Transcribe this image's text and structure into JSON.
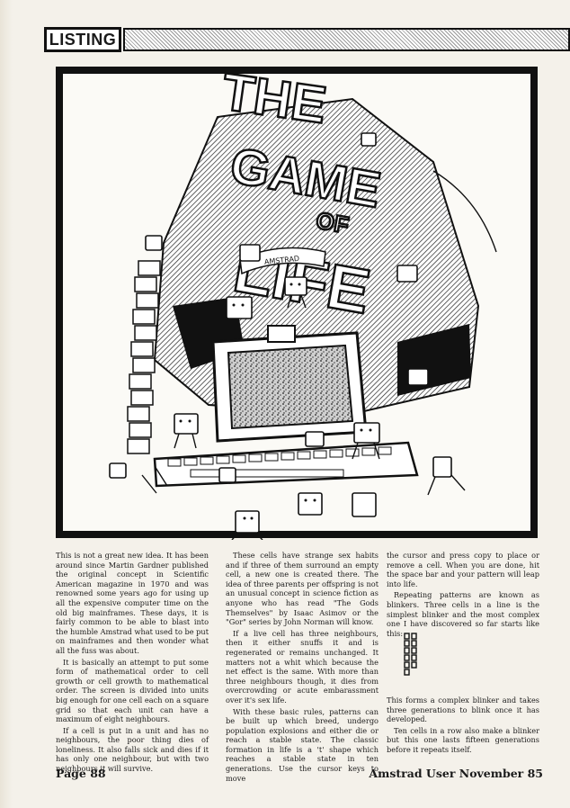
{
  "header": {
    "section_label": "LISTING"
  },
  "illustration": {
    "title_lines": [
      "THE",
      "GAME",
      "OF",
      "LIFE"
    ],
    "computer_label": "AMSTRAD"
  },
  "article": {
    "col1": [
      "This is not a great new idea. It has been around since Martin Gardner published the original concept in Scientific American magazine in 1970 and was renowned some years ago for using up all the expensive computer time on the old big mainframes. These days, it is fairly common to be able to blast into the humble Amstrad what used to be put on mainframes and then wonder what all the fuss was about.",
      "It is basically an attempt to put some form of mathematical order to cell growth or cell growth to mathematical order. The screen is divided into units big enough for one cell each on a square grid so that each unit can have a maximum of eight neighbours.",
      "If a cell is put in a unit and has no neighbours, the poor thing dies of loneliness. It also falls sick and dies if it has only one neighbour, but with two neighbours it will survive."
    ],
    "col2": [
      "These cells have strange sex habits and if three of them surround an empty cell, a new one is created there. The idea of three parents per offspring is not an unusual concept in science fiction as anyone who has read \"The Gods Themselves\" by Isaac Asimov or the \"Gor\" series by John Norman will know.",
      "If a live cell has three neighbours, then it either snuffs it and is regenerated or remains unchanged. It matters not a whit which because the net effect is the same. With more than three neighbours though, it dies from overcrowding or acute embarassment over it's sex life.",
      "With these basic rules, patterns can be built up which breed, undergo population explosions and either die or reach a stable state. The classic formation in life is a 't' shape which reaches a stable state in ten generations. Use the cursor keys to move"
    ],
    "col3": [
      "the cursor and press copy to place or remove a cell. When you are done, hit the space bar and your pattern will leap into life.",
      "Repeating patterns are known as blinkers. Three cells in a line is the simplest blinker and the most complex one I have discovered so far starts like this:"
    ],
    "col3b": [
      "This forms a complex blinker and takes three generations to blink once it has developed.",
      "Ten cells in a row also make a blinker but this one lasts fifteen generations before it repeats itself."
    ]
  },
  "footer": {
    "page": "Page 88",
    "issue": "Amstrad User November 85"
  }
}
